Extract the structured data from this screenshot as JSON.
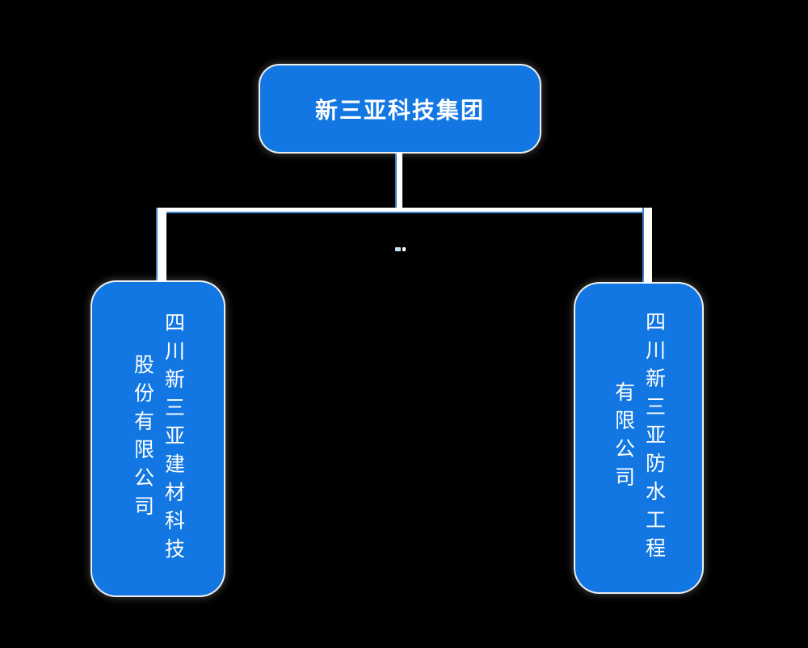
{
  "org": {
    "root": {
      "label": "新三亚科技集团"
    },
    "subsidiaries": [
      {
        "name": "四川新三亚建材科技股份有限公司",
        "lines": [
          "四川新三亚建材科技",
          "股份有限公司"
        ]
      },
      {
        "name": "四川新三亚防水工程有限公司",
        "lines": [
          "四川新三亚防水工程",
          "有限公司"
        ]
      }
    ],
    "colors": {
      "canvas_bg": "#000000",
      "node_fill": "#1277E2",
      "node_text": "#FFFFFF",
      "line_white": "#FFFFFF",
      "line_blue": "#3981C8"
    }
  }
}
